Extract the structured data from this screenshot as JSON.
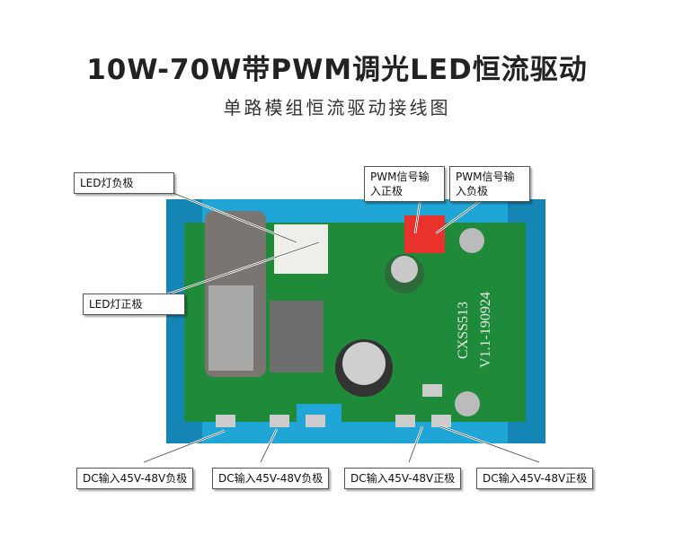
{
  "header": {
    "title": "10W-70W带PWM调光LED恒流驱动",
    "subtitle": "单路模组恒流驱动接线图"
  },
  "labels": {
    "led_negative": "LED灯负极",
    "led_positive": "LED灯正极",
    "pwm_positive": "PWM信号输入正极",
    "pwm_negative": "PWM信号输入负极",
    "dc_neg_1": "DC输入45V-48V负极",
    "dc_neg_2": "DC输入45V-48V负极",
    "dc_pos_1": "DC输入45V-48V正极",
    "dc_pos_2": "DC输入45V-48V正极"
  },
  "board": {
    "silkscreen_model": "CXSS513",
    "silkscreen_version": "V1.1-190924",
    "heatsink_color": "#1fa6d6",
    "pcb_color": "#1f8a3a",
    "connector_color": "#e8322b"
  }
}
